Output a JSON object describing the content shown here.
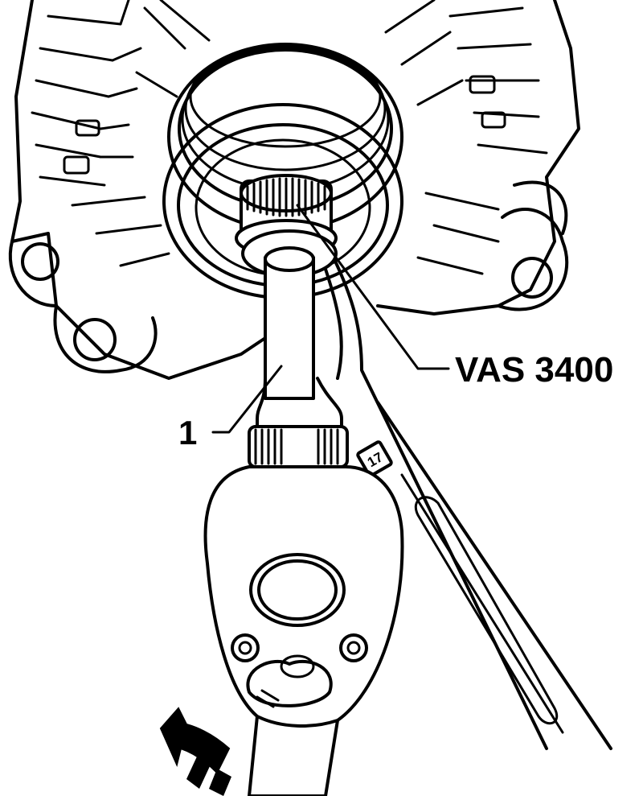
{
  "diagram": {
    "callouts": {
      "tool_label": "VAS 3400",
      "part_label": "1"
    },
    "wrench_marking": "17",
    "colors": {
      "ink": "#000000",
      "paper": "#ffffff"
    },
    "icons": {
      "direction": "curved-arrow-counterclockwise-icon"
    }
  }
}
